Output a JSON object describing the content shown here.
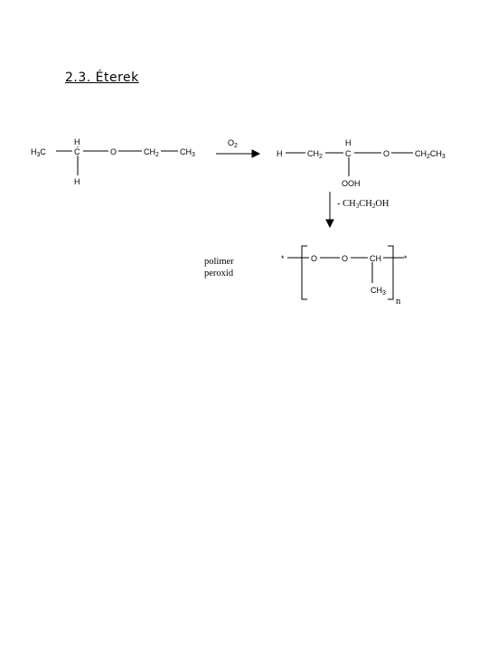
{
  "heading": "2.3. Éterek",
  "reactant": {
    "h3c": "H",
    "h3c_sub": "3",
    "h3c_c": "C",
    "c": "C",
    "h_top": "H",
    "h_bottom": "H",
    "o": "O",
    "ch2": "CH",
    "ch2_sub": "2",
    "ch3": "CH",
    "ch3_sub": "3"
  },
  "reagent_o2": {
    "text": "O",
    "sub": "2"
  },
  "product": {
    "h": "H",
    "ch2": "CH",
    "ch2_sub": "2",
    "c": "C",
    "h_top": "H",
    "ooh": "OOH",
    "o": "O",
    "ch2ch3": "CH",
    "ch2ch3_sub1": "2",
    "ch2ch3_mid": "CH",
    "ch2ch3_sub2": "3"
  },
  "elimination": {
    "prefix": "- CH",
    "sub1": "3",
    "mid": "CH",
    "sub2": "2",
    "suffix": "OH"
  },
  "polymer_label": {
    "line1": "polimer",
    "line2": "peroxid"
  },
  "polymer": {
    "star_left": "*",
    "o1": "O",
    "o2": "O",
    "ch": "CH",
    "star_right": "*",
    "ch3": "CH",
    "ch3_sub": "3",
    "n": "n"
  }
}
